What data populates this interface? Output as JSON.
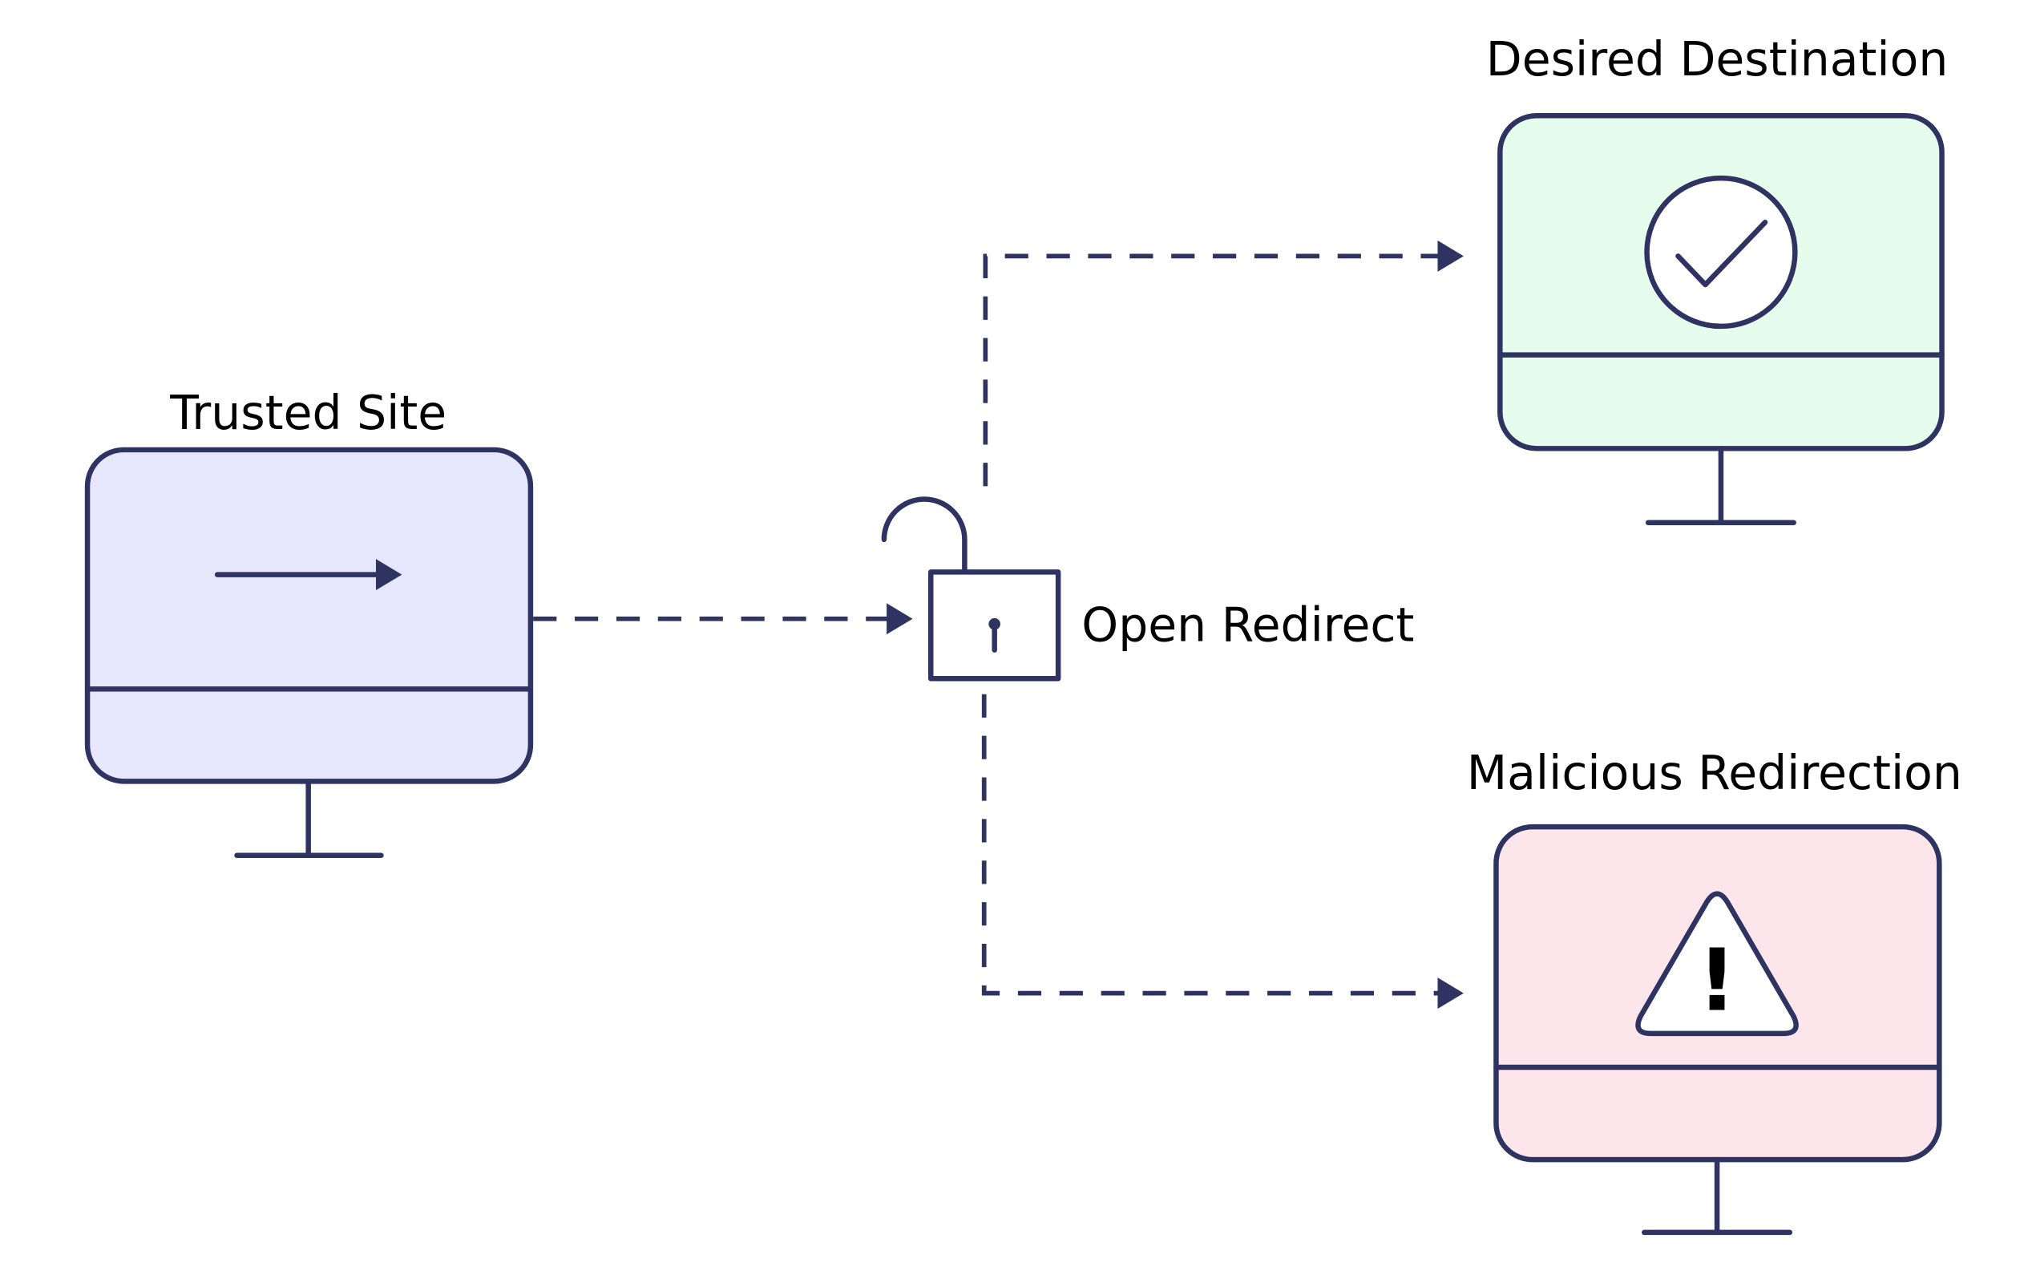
{
  "colors": {
    "stroke": "#2e3362",
    "trusted_fill": "#e6e6fc",
    "desired_fill": "#e6fcec",
    "malicious_fill": "#fce6ec",
    "label": "#000000"
  },
  "nodes": {
    "trusted_site": {
      "label": "Trusted Site",
      "icon": "right-arrow-icon"
    },
    "open_redirect": {
      "label": "Open Redirect",
      "icon": "unlocked-padlock-icon"
    },
    "desired_destination": {
      "label": "Desired Destination",
      "icon": "checkmark-circle-icon"
    },
    "malicious_redirection": {
      "label": "Malicious Redirection",
      "icon": "warning-triangle-icon",
      "icon_text": "!"
    }
  },
  "edges": [
    {
      "from": "trusted_site",
      "to": "open_redirect",
      "style": "dashed"
    },
    {
      "from": "open_redirect",
      "to": "desired_destination",
      "style": "dashed"
    },
    {
      "from": "open_redirect",
      "to": "malicious_redirection",
      "style": "dashed"
    }
  ]
}
